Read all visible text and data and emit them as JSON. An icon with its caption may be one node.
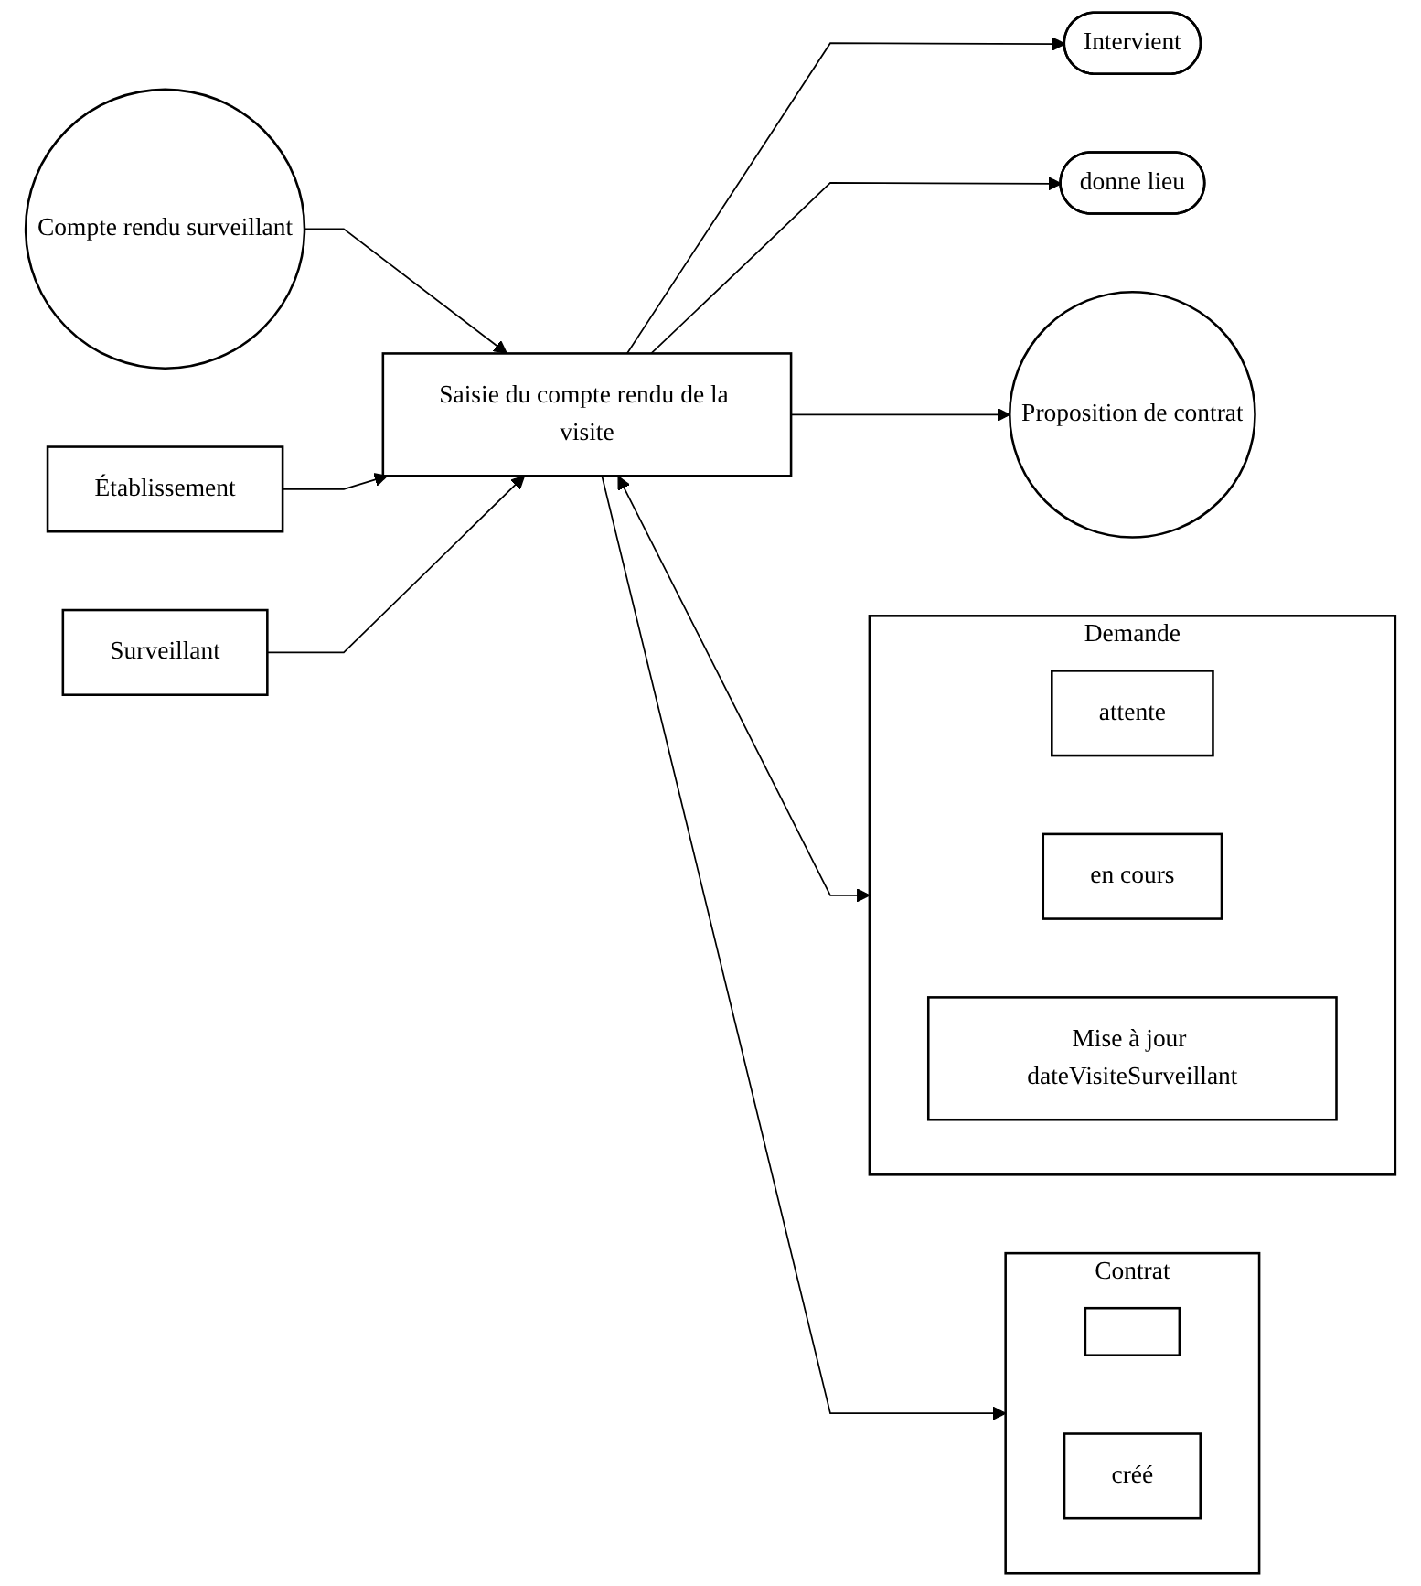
{
  "diagram": {
    "nodes": [
      {
        "text": [
          "Compte rendu surveillant"
        ]
      },
      {
        "text": [
          "Établissement"
        ]
      },
      {
        "text": [
          "Surveillant"
        ]
      },
      {
        "text": [
          "Saisie du compte rendu de la visite"
        ]
      },
      {
        "text": [
          "Demande"
        ]
      },
      {
        "text": [
          "attente"
        ],
        "in": 4
      },
      {
        "text": [
          "en cours"
        ],
        "in": 4
      },
      {
        "text": [
          "Mise à jour dateVisiteSurveillant"
        ],
        "in": 4
      },
      {
        "text": [
          "Contrat"
        ]
      },
      {
        "text": [],
        "shape": "box",
        "in": 8
      },
      {
        "text": [
          "créé"
        ],
        "in": 8
      },
      {
        "text": [
          "Proposition de contrat"
        ]
      },
      {
        "text": [
          "Intervient"
        ]
      },
      {
        "text": [
          "donne lieu"
        ]
      }
    ],
    "edges": [
      {
        "from": 0,
        "to": 3,
        "arrow": "to"
      },
      {
        "from": 1,
        "to": 3,
        "arrow": "to"
      },
      {
        "from": 2,
        "to": 3,
        "arrow": "to"
      },
      {
        "from": 3,
        "to": 4,
        "arrow": "both"
      },
      {
        "from": 3,
        "to": 8,
        "arrow": "to"
      },
      {
        "from": 3,
        "to": 12,
        "arrow": "to"
      },
      {
        "from": 3,
        "to": 13,
        "arrow": "to"
      },
      {
        "from": 3,
        "to": 11,
        "arrow": "to"
      }
    ]
  }
}
